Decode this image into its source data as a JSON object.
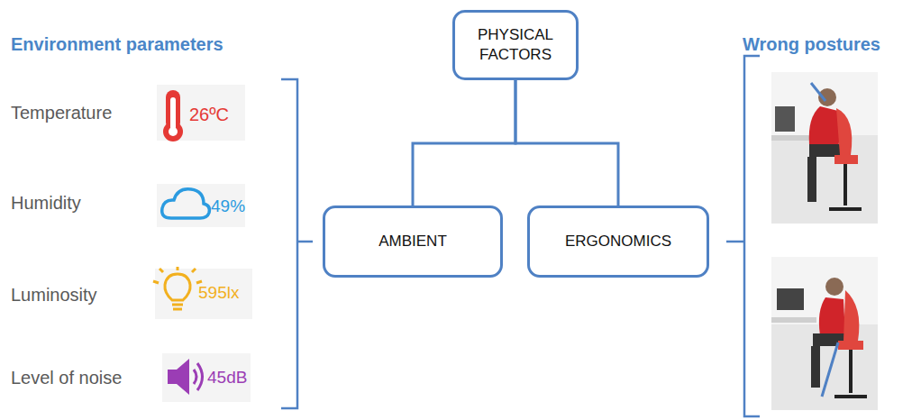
{
  "diagram": {
    "nodes": [
      {
        "text": [
          "PHYSICAL FACTORS"
        ]
      },
      {
        "text": [
          "AMBIENT"
        ]
      },
      {
        "text": [
          "ERGONOMICS"
        ]
      }
    ],
    "edges": [
      {
        "from": 0,
        "to": 1,
        "arrow": "none"
      },
      {
        "from": 0,
        "to": 2,
        "arrow": "none"
      }
    ],
    "labels": [
      "Environment parameters",
      "Temperature",
      "26ºC",
      "Humidity",
      "49%",
      "Luminosity",
      "595lx",
      "Level of noise",
      "45dB",
      "Wrong postures"
    ]
  }
}
